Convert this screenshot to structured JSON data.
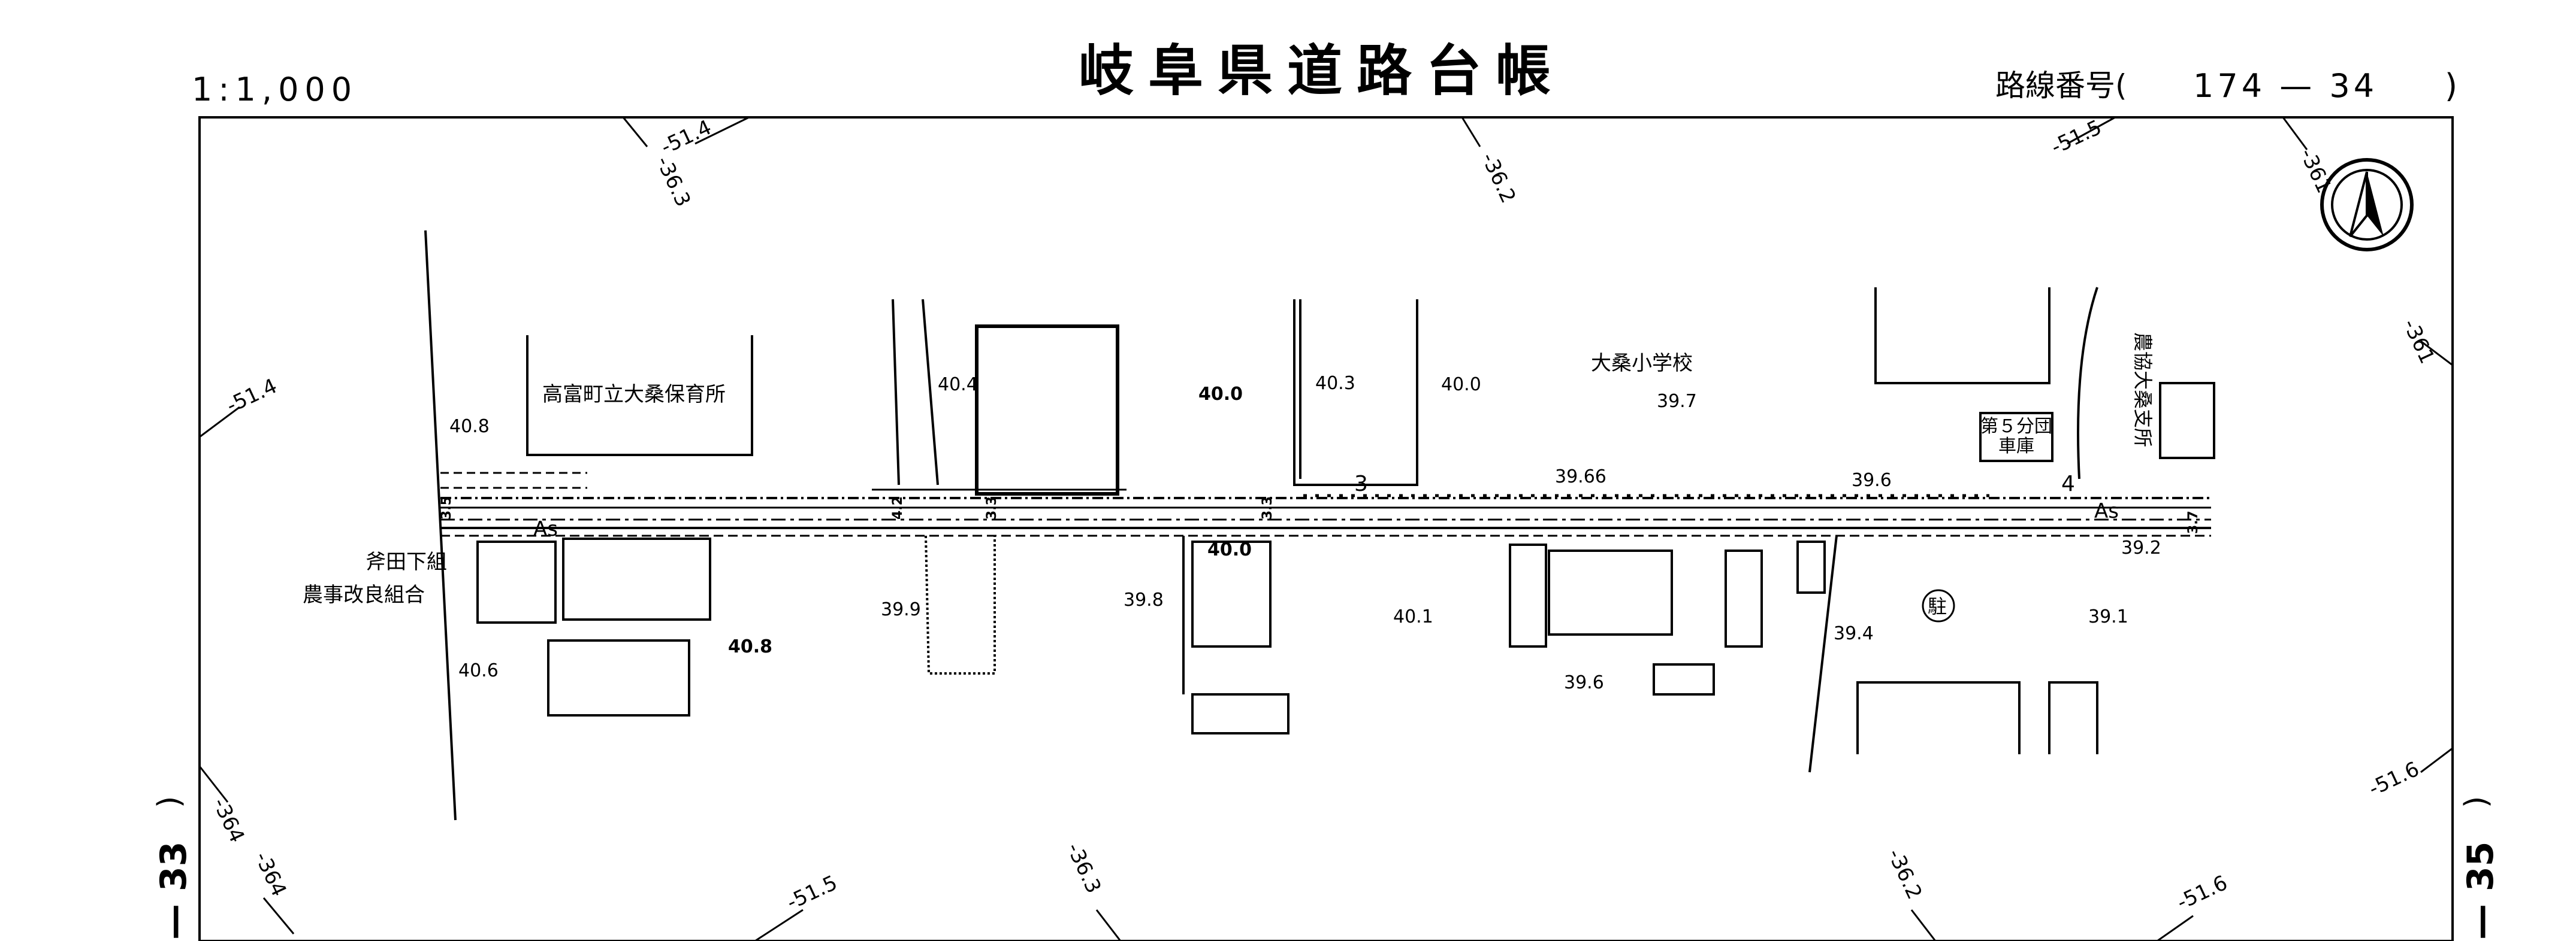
{
  "header": {
    "scale": "1:1,000",
    "title": "岐阜県道路台帳",
    "route_label": "路線番号(",
    "route_number": "174 — 34",
    "route_close": ")"
  },
  "sheet_refs": {
    "left": "— 33",
    "right": "— 35",
    "open_paren": ")"
  },
  "north_arrow": {
    "icon": "north-arrow-icon"
  },
  "grid_labels": [
    "-51.4",
    "-36.3",
    "-36.2",
    "-51.5",
    "-361",
    "-51.4",
    "-361",
    "-364",
    "-364",
    "-51.5",
    "-36.3",
    "-36.2",
    "-51.6",
    "-51.6"
  ],
  "places": {
    "nursery": "高富町立大桑保育所",
    "school": "大桑小学校",
    "fire_depot_line1": "第５分団",
    "fire_depot_line2": "車庫",
    "coop": "農協大桑支所",
    "assoc_line1": "斧田下組",
    "assoc_line2": "農事改良組合",
    "parking": "駐"
  },
  "road": {
    "surface_left": "As",
    "surface_right": "As",
    "markers": [
      "3",
      "4"
    ],
    "widths": [
      "3.5",
      "4.2",
      "3.3",
      "3.3",
      "3.7"
    ]
  },
  "elevations": [
    "40.8",
    "40.4",
    "40.0",
    "40.3",
    "40.0",
    "39.7",
    "39.66",
    "39.6",
    "40.0",
    "39.9",
    "39.8",
    "40.1",
    "39.2",
    "39.1",
    "40.6",
    "40.8",
    "39.6",
    "39.4"
  ]
}
